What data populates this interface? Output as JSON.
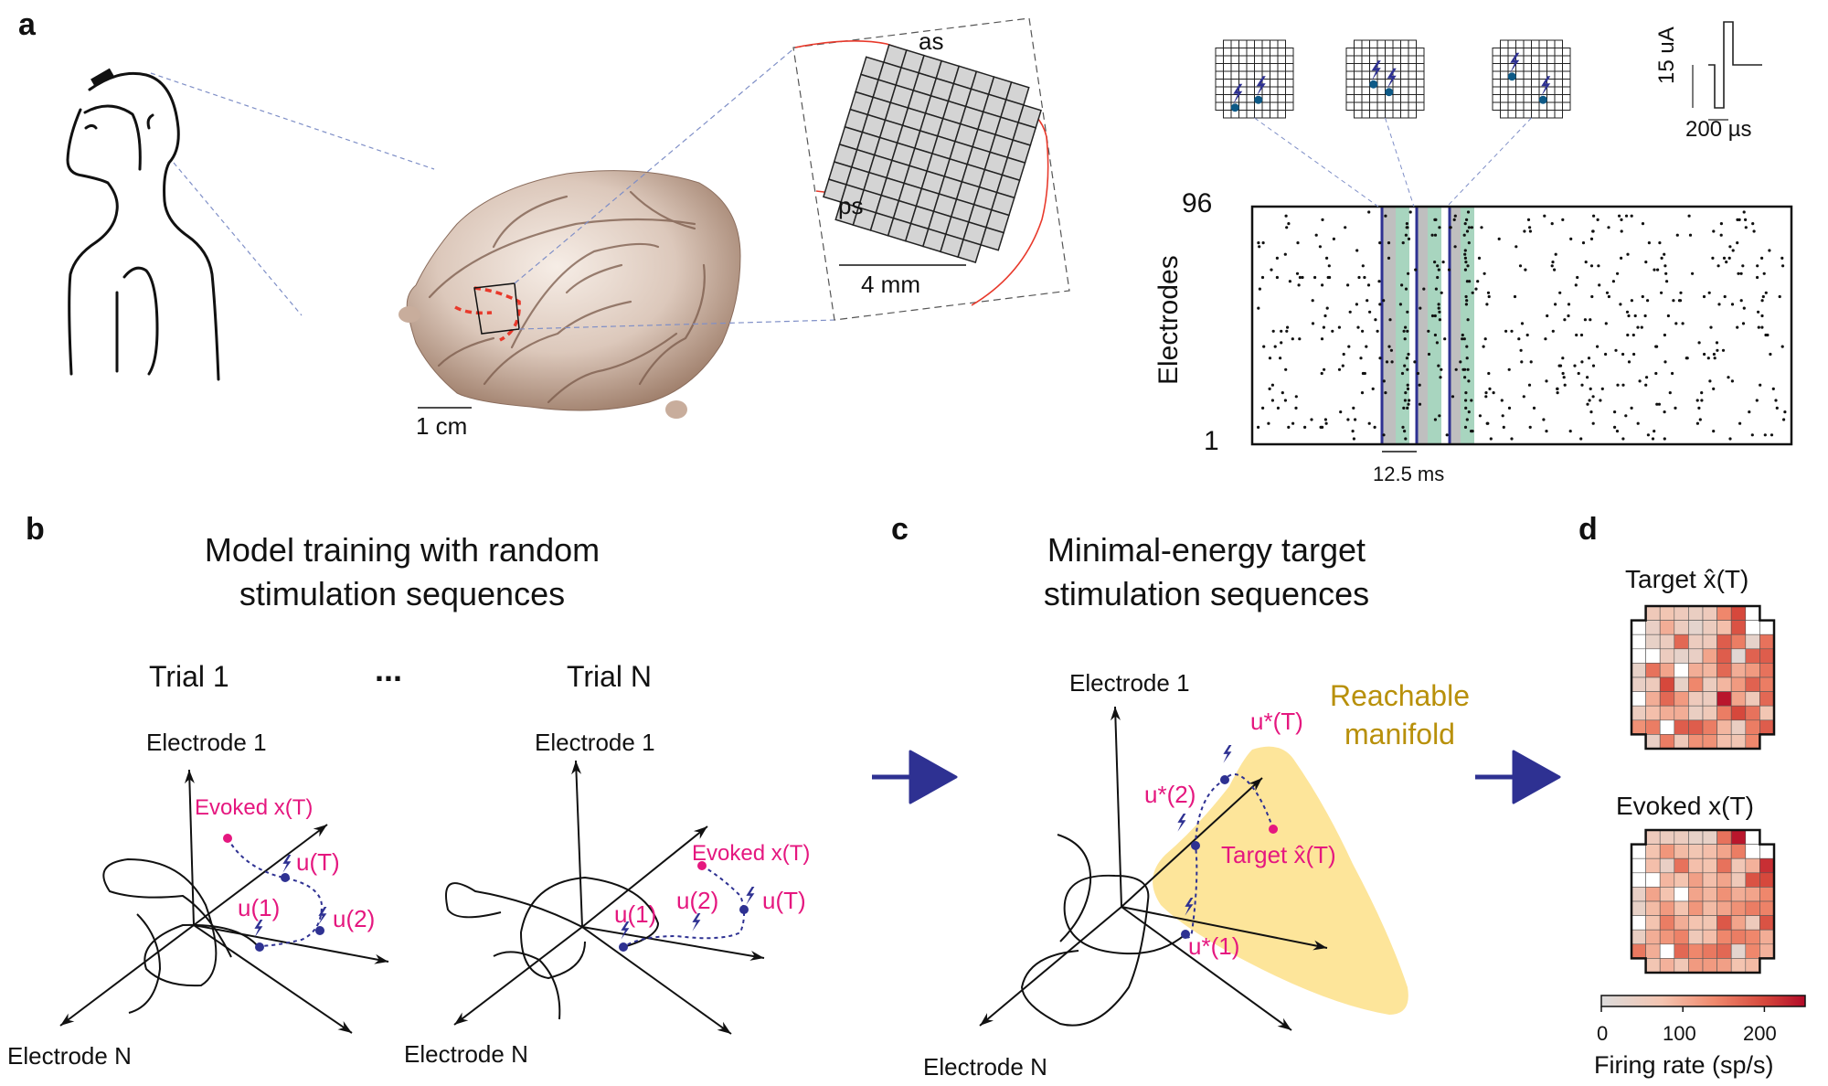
{
  "panels": {
    "a": {
      "letter": "a",
      "brain_scale": "1 cm",
      "array_scale": "4 mm",
      "sulcus_as": "as",
      "sulcus_ps": "ps",
      "pulse_amp": "15 uA",
      "pulse_width": "200 µs",
      "raster": {
        "ylabel": "Electrodes",
        "ytick_top": "96",
        "ytick_bottom": "1",
        "time_scale": "12.5 ms",
        "n_electrodes": 96,
        "stim_bar_color": "#2e3192",
        "baseline_band_color": "#bfbfbf",
        "response_band_color": "#a8d5bf",
        "spike_color": "#111111"
      },
      "stim_pattern_grids": [
        {
          "stim_electrodes": [
            [
              7,
              2
            ],
            [
              6,
              5
            ]
          ]
        },
        {
          "stim_electrodes": [
            [
              4,
              3
            ],
            [
              5,
              5
            ]
          ]
        },
        {
          "stim_electrodes": [
            [
              3,
              2
            ],
            [
              6,
              6
            ]
          ]
        }
      ]
    },
    "b": {
      "letter": "b",
      "title_line1": "Model training with random",
      "title_line2": "stimulation sequences",
      "trial1": "Trial 1",
      "ellipsis": "...",
      "trialN": "Trial N",
      "axis1": "Electrode 1",
      "axisN": "Electrode N",
      "evoked": "Evoked x(T)",
      "u1": "u(1)",
      "u2": "u(2)",
      "uT": "u(T)"
    },
    "c": {
      "letter": "c",
      "title_line1": "Minimal-energy target",
      "title_line2": "stimulation sequences",
      "axis1": "Electrode 1",
      "axisN": "Electrode N",
      "manifold_line1": "Reachable",
      "manifold_line2": "manifold",
      "target": "Target x̂(T)",
      "u1": "u*(1)",
      "u2": "u*(2)",
      "uT": "u*(T)",
      "manifold_color": "#fde59a"
    },
    "d": {
      "letter": "d",
      "target_title": "Target x̂(T)",
      "evoked_title": "Evoked x(T)",
      "colorbar_label": "Firing rate (sp/s)",
      "colorbar_ticks": [
        "0",
        "100",
        "200"
      ]
    }
  },
  "colors": {
    "arrow": "#2e3192",
    "magenta": "#e5177f",
    "stim_blue": "#2e3192",
    "electrode_dot": "#0e5a87",
    "gold_text": "#b8900a",
    "sulcus_red": "#e8392b"
  },
  "chart_data": [
    {
      "type": "heatmap",
      "title": "Target x̂(T)",
      "colorbar_label": "Firing rate (sp/s)",
      "vmin": 0,
      "vmax": 250,
      "colorbar_ticks": [
        0,
        100,
        200
      ],
      "rows": 10,
      "cols": 10,
      "values": [
        [
          null,
          60,
          70,
          55,
          45,
          55,
          140,
          200,
          0,
          null
        ],
        [
          0,
          40,
          100,
          50,
          25,
          50,
          80,
          190,
          0,
          0
        ],
        [
          0,
          35,
          50,
          170,
          50,
          55,
          180,
          150,
          30,
          160
        ],
        [
          0,
          0,
          50,
          30,
          40,
          110,
          180,
          15,
          175,
          180
        ],
        [
          35,
          160,
          110,
          0,
          100,
          90,
          170,
          100,
          120,
          160
        ],
        [
          40,
          55,
          200,
          35,
          140,
          50,
          90,
          120,
          175,
          150
        ],
        [
          0,
          100,
          170,
          120,
          55,
          50,
          240,
          110,
          60,
          170
        ],
        [
          50,
          80,
          100,
          100,
          45,
          60,
          150,
          200,
          160,
          70
        ],
        [
          130,
          150,
          0,
          180,
          180,
          150,
          90,
          45,
          150,
          180
        ],
        [
          null,
          40,
          150,
          60,
          130,
          130,
          80,
          70,
          140,
          null
        ]
      ]
    },
    {
      "type": "heatmap",
      "title": "Evoked x(T)",
      "colorbar_label": "Firing rate (sp/s)",
      "vmin": 0,
      "vmax": 250,
      "colorbar_ticks": [
        0,
        100,
        200
      ],
      "rows": 10,
      "cols": 10,
      "values": [
        [
          null,
          55,
          50,
          50,
          35,
          35,
          160,
          240,
          0,
          null
        ],
        [
          0,
          75,
          125,
          85,
          70,
          80,
          110,
          150,
          0,
          0
        ],
        [
          0,
          80,
          40,
          160,
          80,
          75,
          160,
          65,
          95,
          220
        ],
        [
          0,
          0,
          90,
          75,
          115,
          80,
          110,
          60,
          190,
          200
        ],
        [
          40,
          110,
          75,
          0,
          110,
          90,
          130,
          100,
          110,
          140
        ],
        [
          35,
          85,
          120,
          75,
          125,
          85,
          110,
          130,
          150,
          145
        ],
        [
          0,
          75,
          150,
          100,
          75,
          70,
          185,
          110,
          55,
          190
        ],
        [
          45,
          100,
          125,
          145,
          60,
          80,
          140,
          150,
          140,
          100
        ],
        [
          155,
          100,
          0,
          170,
          140,
          155,
          170,
          25,
          140,
          95
        ],
        [
          null,
          70,
          95,
          65,
          120,
          120,
          115,
          75,
          85,
          null
        ]
      ]
    }
  ]
}
